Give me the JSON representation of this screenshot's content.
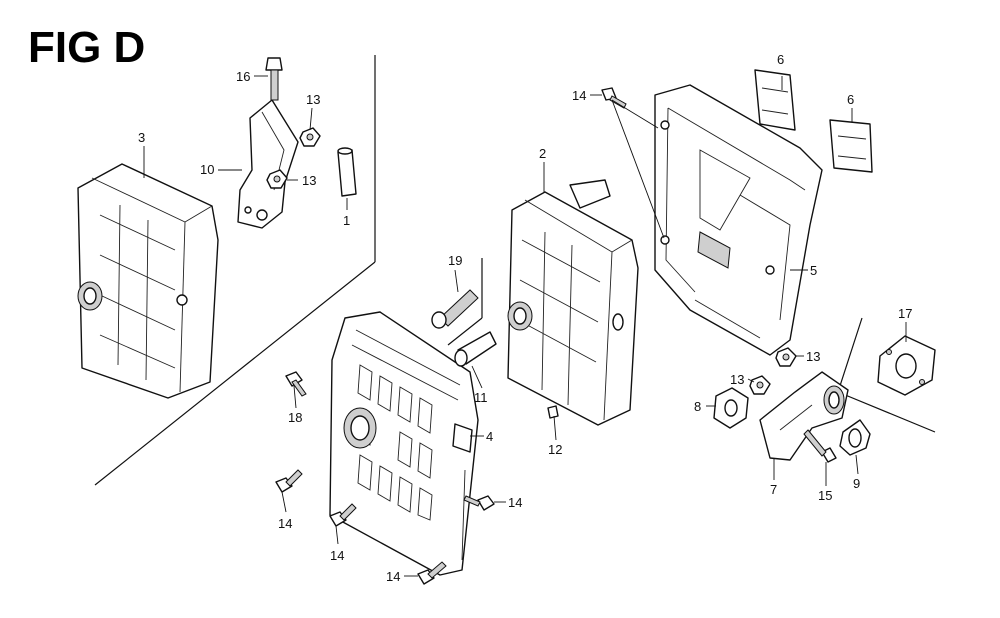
{
  "figure_title": "FIG D",
  "parts": {
    "p1": "1",
    "p2": "2",
    "p3": "3",
    "p4": "4",
    "p5": "5",
    "p6a": "6",
    "p6b": "6",
    "p7": "7",
    "p8": "8",
    "p9": "9",
    "p10": "10",
    "p11": "11",
    "p12": "12",
    "p13a": "13",
    "p13b": "13",
    "p13c": "13",
    "p13d": "13",
    "p14a": "14",
    "p14b": "14",
    "p14c": "14",
    "p14d": "14",
    "p14e": "14",
    "p15": "15",
    "p16": "16",
    "p17": "17",
    "p18": "18",
    "p19": "19"
  }
}
